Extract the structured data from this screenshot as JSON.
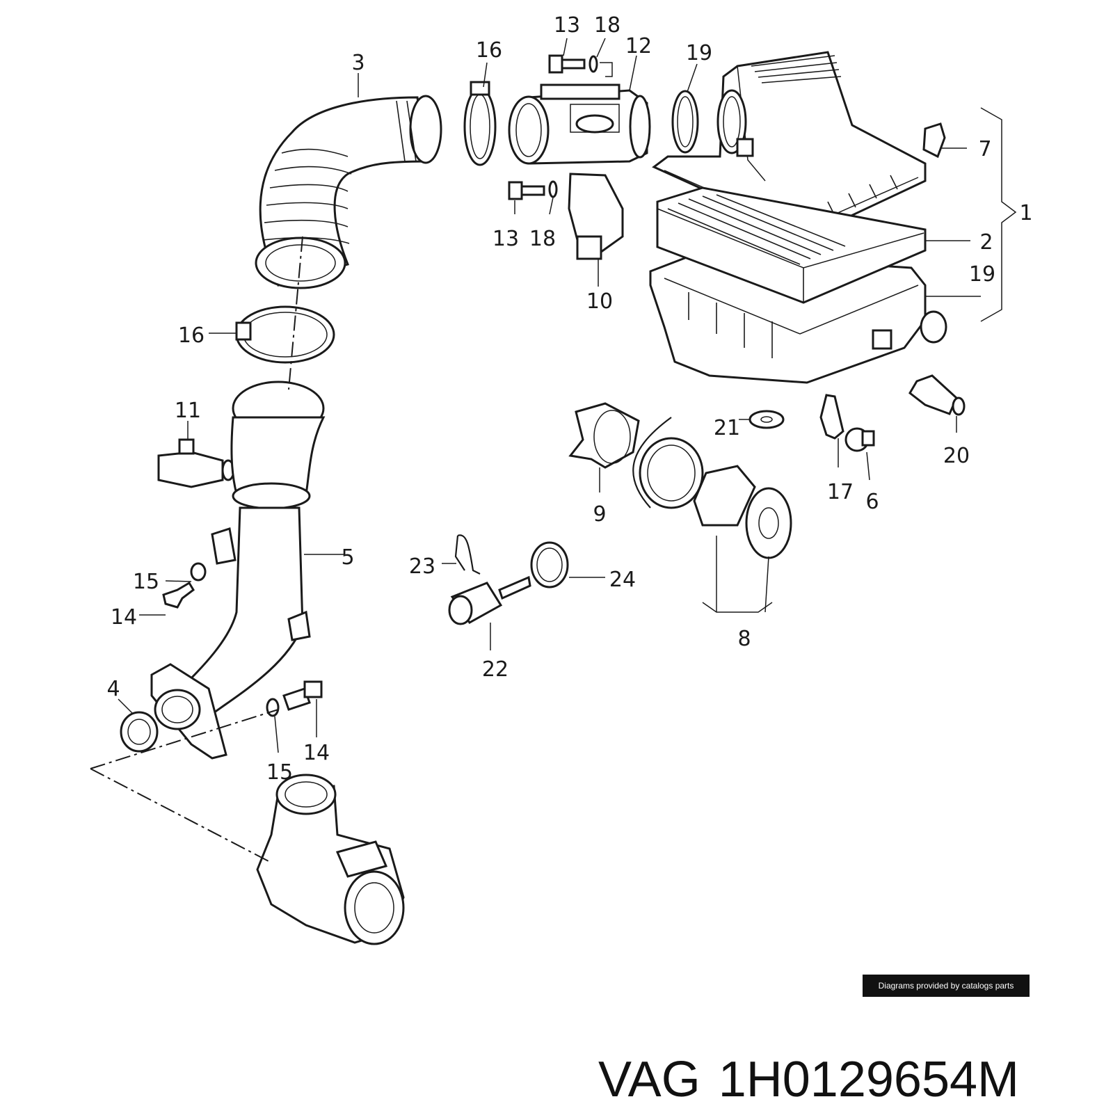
{
  "credit": "Diagrams provided by catalogs parts",
  "brand": "VAG",
  "part_number": "1H0129654M",
  "callouts": [
    {
      "id": "c3",
      "label": "3"
    },
    {
      "id": "c16a",
      "label": "16"
    },
    {
      "id": "c13a",
      "label": "13"
    },
    {
      "id": "c18a",
      "label": "18"
    },
    {
      "id": "c12",
      "label": "12"
    },
    {
      "id": "c19a",
      "label": "19"
    },
    {
      "id": "c7",
      "label": "7"
    },
    {
      "id": "c1",
      "label": "1"
    },
    {
      "id": "c2",
      "label": "2"
    },
    {
      "id": "c19b",
      "label": "19"
    },
    {
      "id": "c13b",
      "label": "13"
    },
    {
      "id": "c18b",
      "label": "18"
    },
    {
      "id": "c10",
      "label": "10"
    },
    {
      "id": "c16b",
      "label": "16"
    },
    {
      "id": "c11",
      "label": "11"
    },
    {
      "id": "c21",
      "label": "21"
    },
    {
      "id": "c20",
      "label": "20"
    },
    {
      "id": "c17",
      "label": "17"
    },
    {
      "id": "c6",
      "label": "6"
    },
    {
      "id": "c9",
      "label": "9"
    },
    {
      "id": "c5",
      "label": "5"
    },
    {
      "id": "c23",
      "label": "23"
    },
    {
      "id": "c24",
      "label": "24"
    },
    {
      "id": "c15a",
      "label": "15"
    },
    {
      "id": "c14a",
      "label": "14"
    },
    {
      "id": "c8",
      "label": "8"
    },
    {
      "id": "c22",
      "label": "22"
    },
    {
      "id": "c4",
      "label": "4"
    },
    {
      "id": "c14b",
      "label": "14"
    },
    {
      "id": "c15b",
      "label": "15"
    }
  ]
}
